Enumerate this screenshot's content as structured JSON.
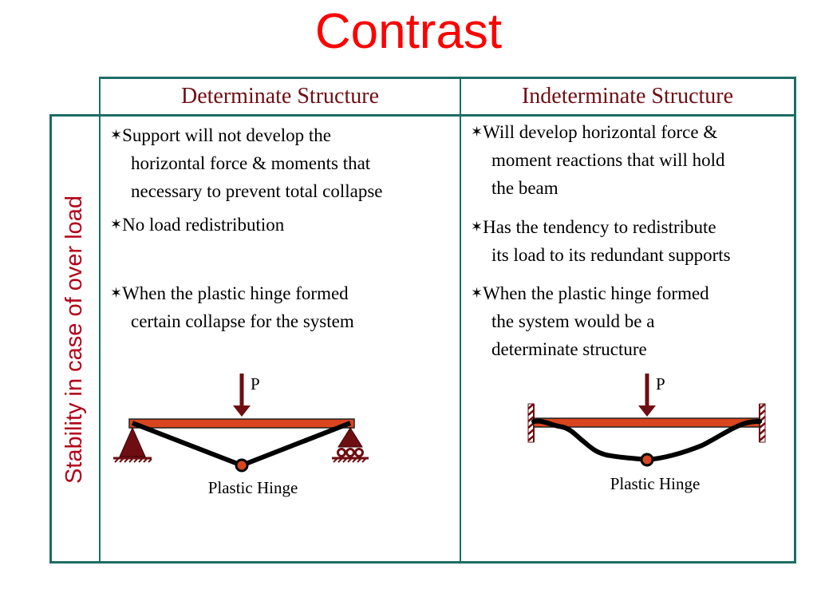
{
  "title": "Contrast",
  "columns": {
    "left_header": "Determinate Structure",
    "right_header": "Indeterminate Structure"
  },
  "row_label": "Stability in case of over load",
  "bullet_symbol": "✶",
  "determinate": {
    "bullets": [
      {
        "line1": "Support will not develop the",
        "line2": "horizontal force & moments that",
        "line3": "necessary to prevent total collapse"
      },
      {
        "line1": "No load redistribution"
      },
      {
        "line1": "When the plastic hinge formed",
        "line2": "certain collapse for the system"
      }
    ],
    "diagram": {
      "load_label": "P",
      "hinge_label": "Plastic Hinge"
    }
  },
  "indeterminate": {
    "bullets": [
      {
        "line1": "Will develop horizontal force &",
        "line2": "moment reactions that will hold",
        "line3": "the beam"
      },
      {
        "line1": "Has the tendency to redistribute",
        "line2": "its load to its redundant supports"
      },
      {
        "line1": "When the plastic hinge formed",
        "line2": "the system would be a",
        "line3": "determinate structure"
      }
    ],
    "diagram": {
      "load_label": "P",
      "hinge_label": "Plastic Hinge"
    }
  },
  "colors": {
    "title": "#ff0000",
    "table_border": "#1d6d66",
    "header_text": "#6e0e12",
    "row_label": "#b3001b",
    "beam": "#d9451e",
    "support": "#6e0e12"
  }
}
